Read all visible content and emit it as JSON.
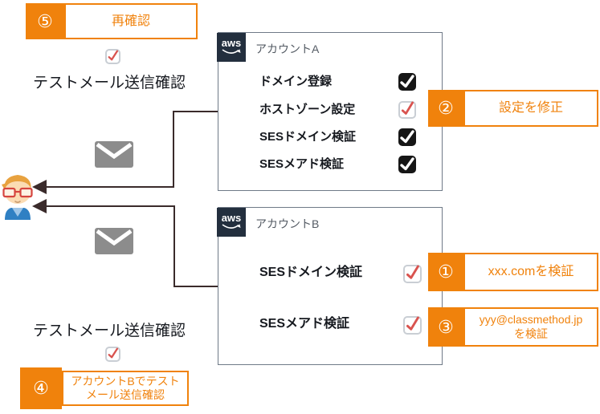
{
  "colors": {
    "accent_orange": "#F0820C",
    "check_red": "#D9534F",
    "check_black": "#161616",
    "aws_navy": "#232F3E",
    "connector_dark": "#3A2B2B",
    "box_border_gray": "#6F7A87",
    "envelope_gray": "#8C8C8C"
  },
  "accounts": {
    "a": {
      "logo_text": "aws",
      "title": "アカウントA",
      "items": [
        {
          "label": "ドメイン登録",
          "check": "black"
        },
        {
          "label": "ホストゾーン設定",
          "check": "red"
        },
        {
          "label": "SESドメイン検証",
          "check": "black"
        },
        {
          "label": "SESメアド検証",
          "check": "black"
        }
      ]
    },
    "b": {
      "logo_text": "aws",
      "title": "アカウントB",
      "items": [
        {
          "label": "SESドメイン検証",
          "check": "red"
        },
        {
          "label": "SESメアド検証",
          "check": "red"
        }
      ]
    }
  },
  "callouts": {
    "c5": {
      "number": "⑤",
      "label": "再確認"
    },
    "c2": {
      "number": "②",
      "label": "設定を修正"
    },
    "c1": {
      "number": "①",
      "label": "xxx.comを検証"
    },
    "c3": {
      "number": "③",
      "label": "yyy@classmethod.jp\nを検証"
    },
    "c4": {
      "number": "④",
      "label": "アカウントBでテスト\nメール送信確認"
    }
  },
  "labels": {
    "test_mail_top": "テストメール送信確認",
    "test_mail_bottom": "テストメール送信確認"
  },
  "icons": {
    "envelope": "envelope-icon",
    "person": "person-icon",
    "aws_logo": "aws-logo-icon",
    "arrow": "left-arrow-connector"
  }
}
